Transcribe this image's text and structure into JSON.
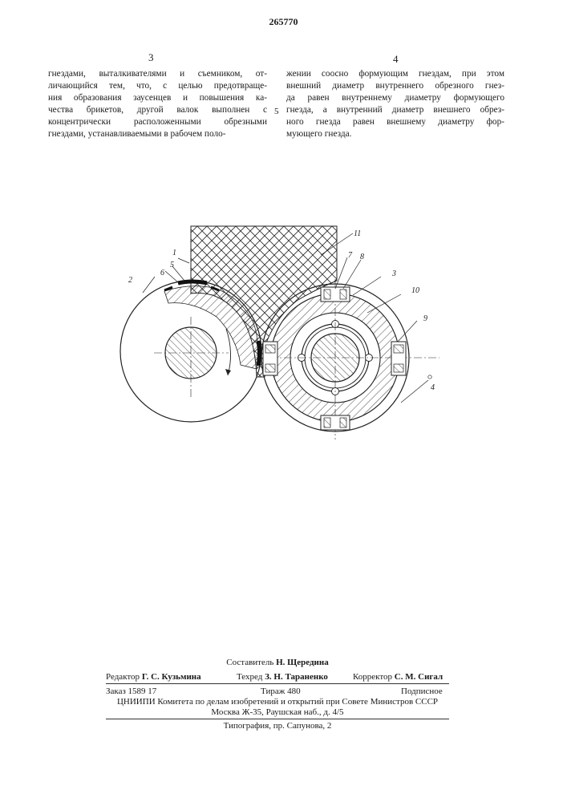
{
  "patent_number": "265770",
  "columns": {
    "left": {
      "number": "3",
      "lines": [
        "гнездами, выталкивателями и съемником, от-",
        "личающийся тем, что, с целью предотвраще-",
        "ния образования заусенцев и повышения ка-",
        "чества  брикетов, другой валок  выполнен с",
        "концентрически расположенными  обрезными",
        "гнездами, устанавливаемыми в рабочем поло-"
      ]
    },
    "right": {
      "number": "4",
      "lines": [
        "жении соосно формующим гнездам, при этом",
        "внешний диаметр внутреннего обрезного гнез-",
        "да равен внутреннему диаметру формующего",
        "гнезда, а внутренний диаметр внешнего обрез-",
        "ного гнезда равен внешнему  диаметру фор-",
        "мующего гнезда."
      ]
    },
    "line_marker": "5"
  },
  "figure": {
    "labels": {
      "l1": "1",
      "l2": "2",
      "l3": "3",
      "l4": "4",
      "l5": "5",
      "l6": "6",
      "l7": "7",
      "l8": "8",
      "l9": "9",
      "l10": "10",
      "l11": "11"
    }
  },
  "footer": {
    "compiler_label": "Составитель",
    "compiler_name": "Н. Щередина",
    "editor_label": "Редактор",
    "editor_name": "Г. С. Кузьмина",
    "techred_label": "Техред",
    "techred_name": "З. Н. Тараненко",
    "corrector_label": "Корректор",
    "corrector_name": "С. М. Сигал",
    "order": "Заказ  1589 17",
    "circulation": "Тираж  480",
    "subscription": "Подписное",
    "org_line": "ЦНИИПИ  Комитета по делам изобретений и открытий при Совете Министров СССР",
    "address": "Москва Ж-35, Раушская наб., д. 4/5",
    "printer": "Типография, пр. Сапунова, 2"
  }
}
